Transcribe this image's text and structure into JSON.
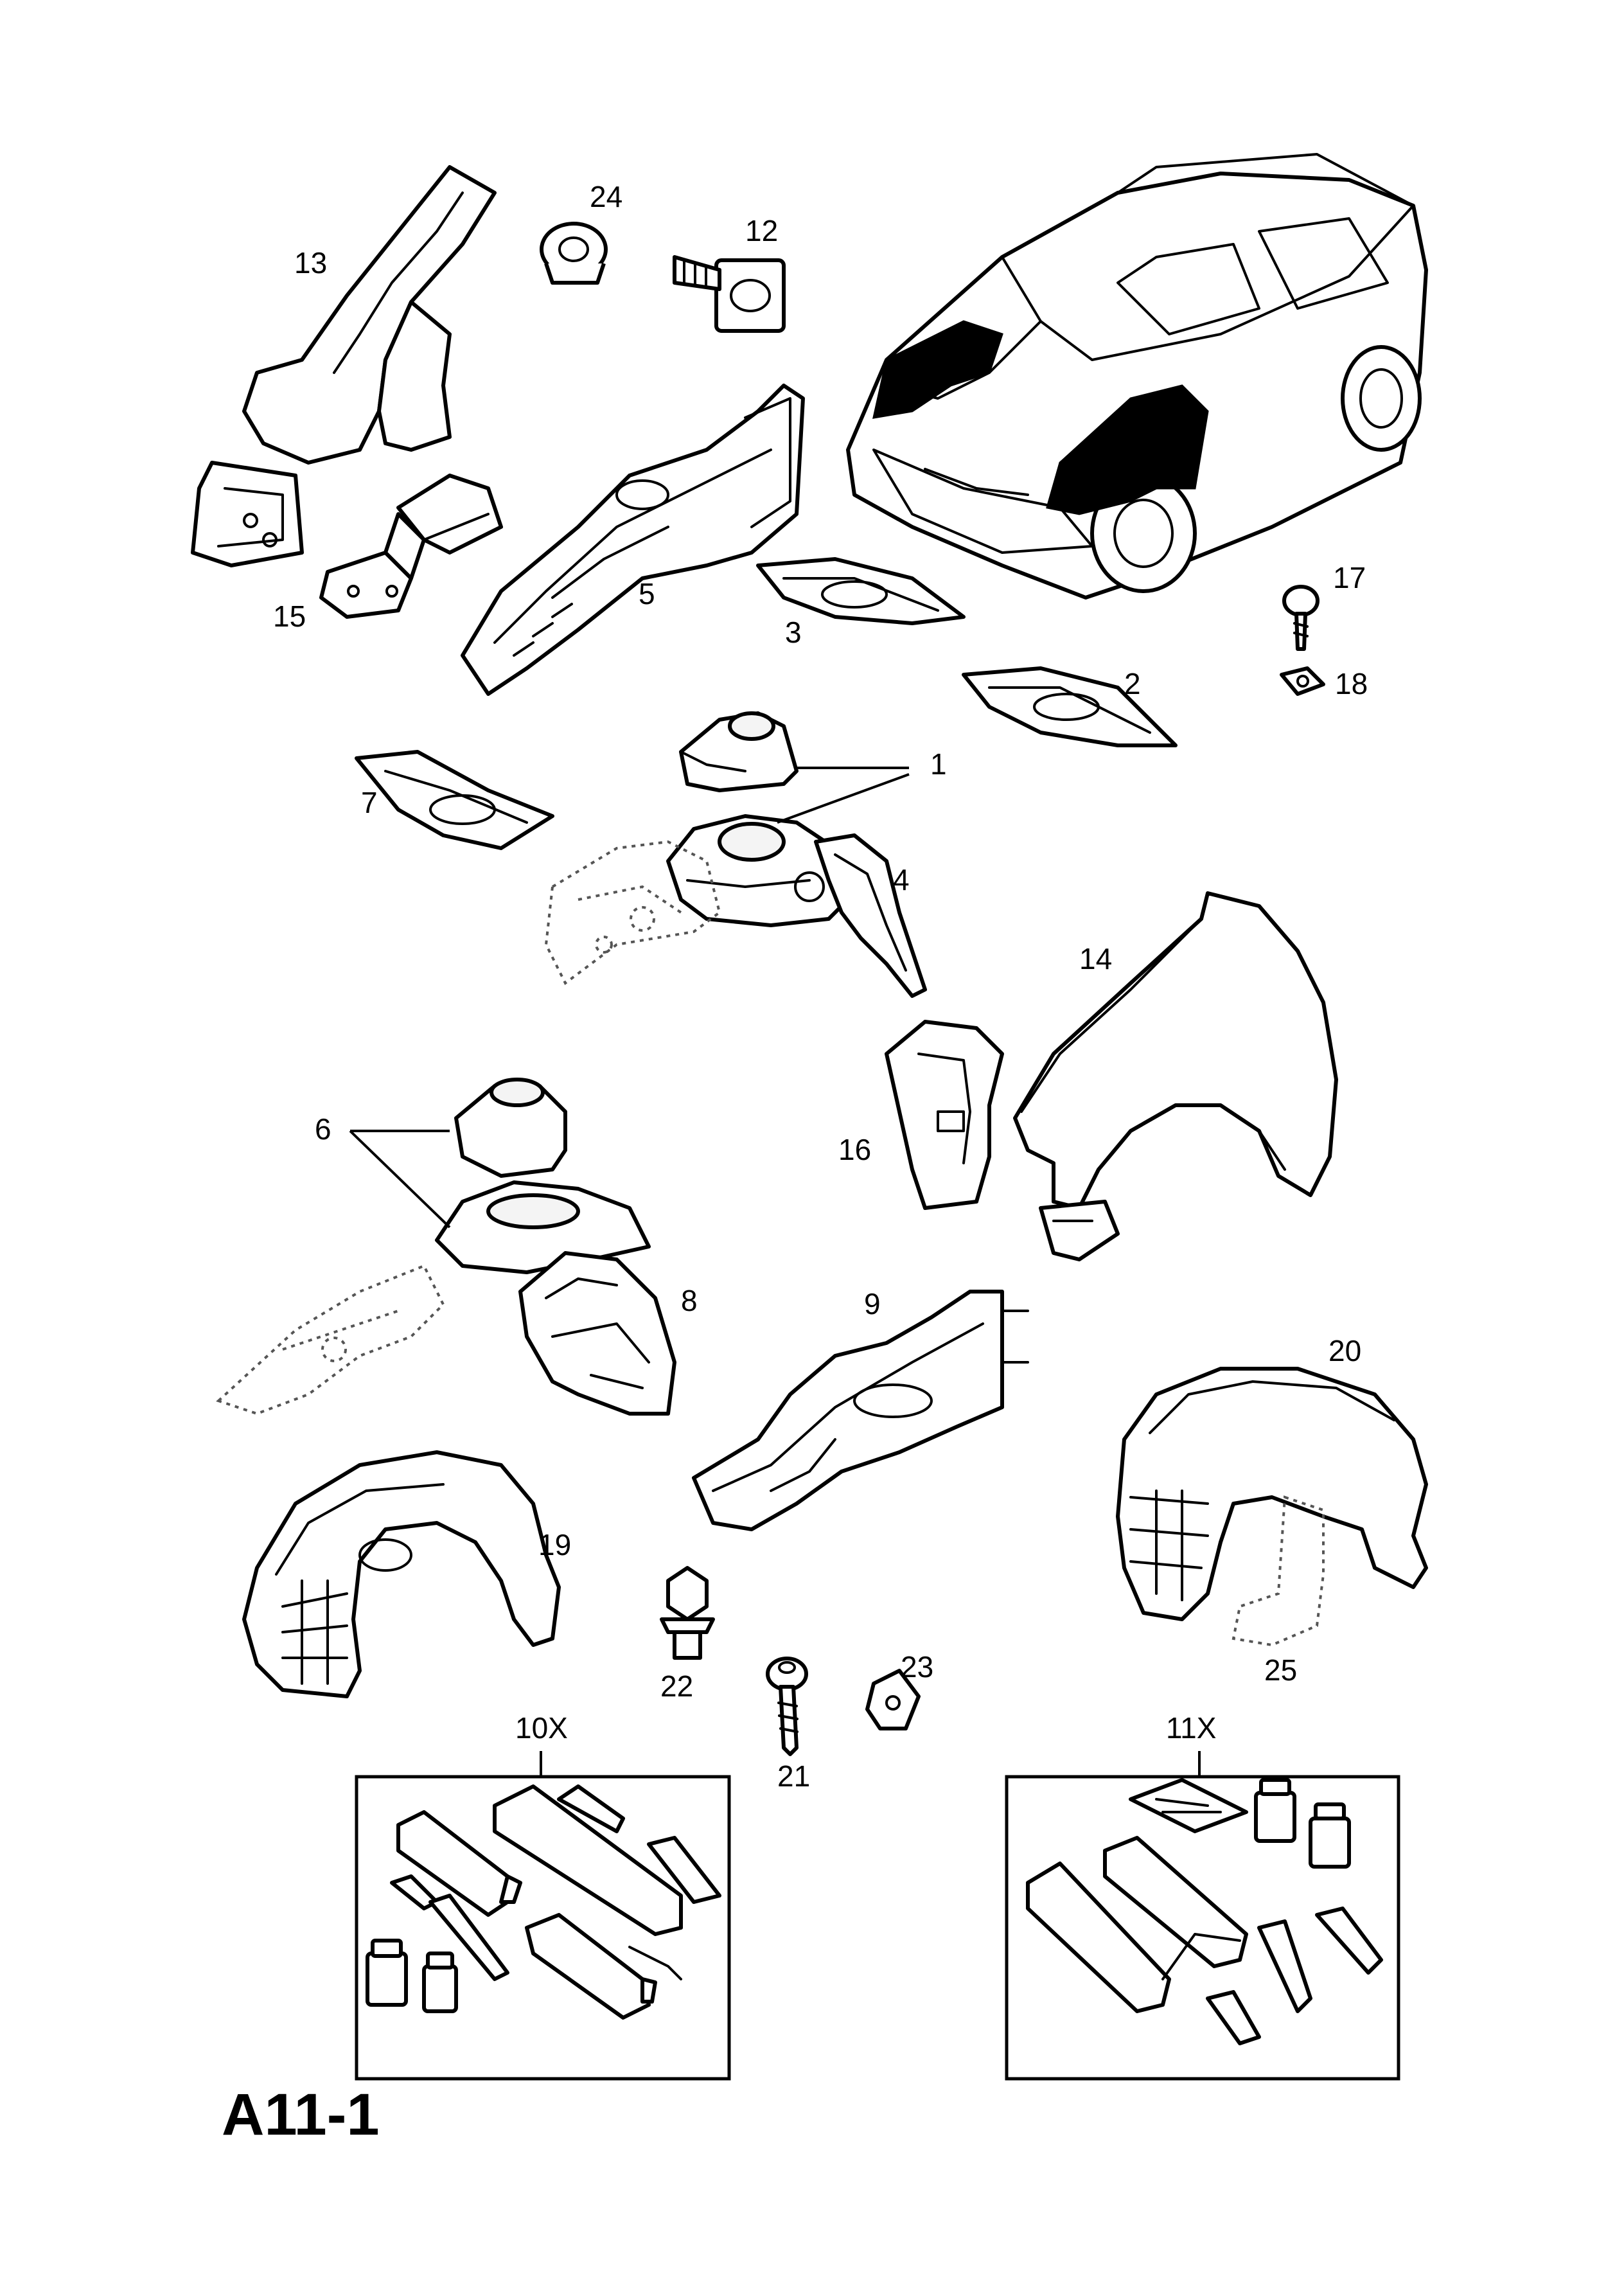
{
  "page_title": "A11-1",
  "callouts": {
    "c1": "1",
    "c2": "2",
    "c3": "3",
    "c4": "4",
    "c5": "5",
    "c6": "6",
    "c7": "7",
    "c8": "8",
    "c9": "9",
    "c12": "12",
    "c13": "13",
    "c14": "14",
    "c15": "15",
    "c16": "16",
    "c17": "17",
    "c18": "18",
    "c19": "19",
    "c20": "20",
    "c21": "21",
    "c22": "22",
    "c23": "23",
    "c24": "24",
    "c25": "25",
    "c10x": "10X",
    "c11x": "11X"
  }
}
